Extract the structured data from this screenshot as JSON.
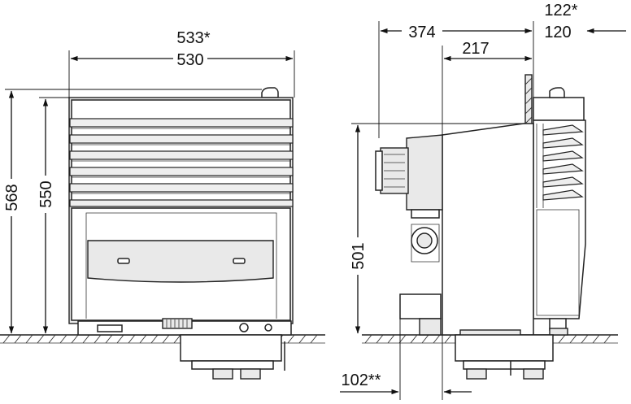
{
  "dimensions": {
    "front_width_outer": "533*",
    "front_width_inner": "530",
    "height_total": "568",
    "height_body": "550",
    "side_depth": "374",
    "side_depth_inner": "217",
    "side_top_outer": "122*",
    "side_top_inner": "120",
    "side_height": "501",
    "flue_offset": "102**"
  }
}
